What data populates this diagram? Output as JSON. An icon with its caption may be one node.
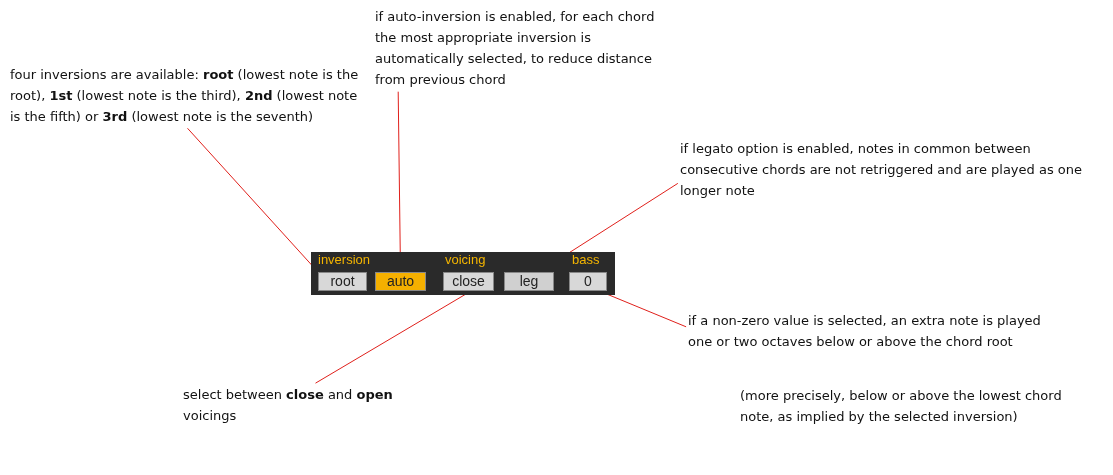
{
  "diagram": {
    "nodes": [
      {
        "text": [
          "inversion",
          "voicing",
          "bass"
        ]
      },
      {
        "text": [
          "root"
        ],
        "in": 0
      },
      {
        "text": [
          "auto"
        ],
        "in": 0
      },
      {
        "text": [
          "close"
        ],
        "in": 0
      },
      {
        "text": [
          "leg"
        ],
        "in": 0
      },
      {
        "text": [
          "0"
        ],
        "in": 0
      },
      {
        "text": [
          "four inversions are available: **root** (lowest note is the root), **1st** (lowest note is the third), **2nd** (lowest note is the fifth) or **3rd** (lowest note is the seventh)"
        ]
      },
      {
        "text": [
          "if auto-inversion is enabled, for each chord the most appropriate inversion is automatically selected, to reduce distance from previous chord"
        ]
      },
      {
        "text": [
          "if legato option is enabled, notes in common between consecutive chords are not retriggered and are played as one longer note"
        ]
      },
      {
        "text": [
          "select between **close** and **open** voicings"
        ]
      },
      {
        "text": [
          "if a non-zero value is selected, an extra note is played one or two octaves below or above the chord root"
        ],
        "beside": [
          "(more precisely, below or above the lowest chord note, as implied by the selected inversion)"
        ]
      }
    ],
    "edges": [
      {
        "from": 6,
        "to": 1,
        "arrow": "none"
      },
      {
        "from": 7,
        "to": 2,
        "arrow": "none"
      },
      {
        "from": 8,
        "to": 4,
        "arrow": "none"
      },
      {
        "from": 9,
        "to": 3,
        "arrow": "none"
      },
      {
        "from": 10,
        "to": 5,
        "arrow": "none"
      }
    ]
  }
}
